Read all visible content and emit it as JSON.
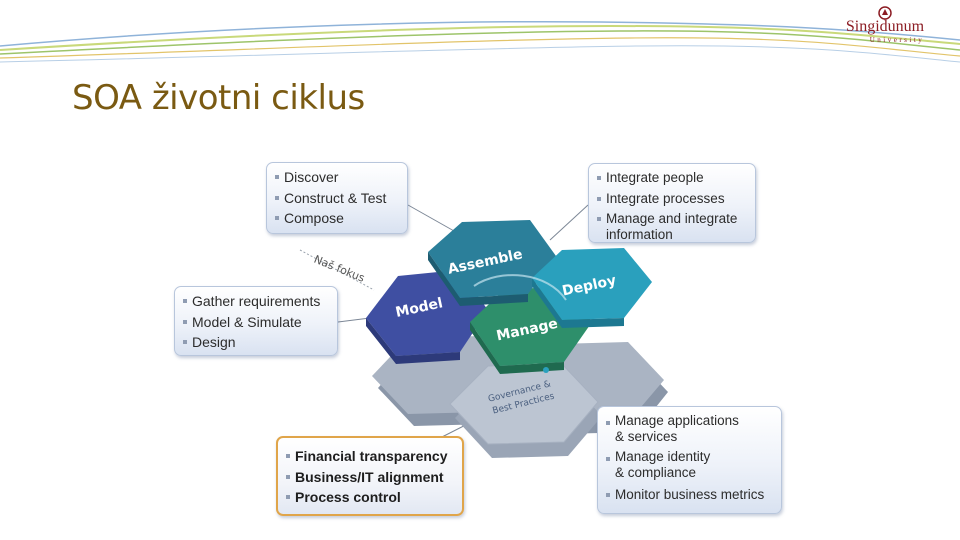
{
  "header": {
    "logo": {
      "name": "Singidunum",
      "subtitle": "University"
    }
  },
  "page_title": "SOA životni ciklus",
  "diagram": {
    "phases": {
      "assemble": "Assemble",
      "deploy": "Deploy",
      "model": "Model",
      "manage": "Manage",
      "governance_line1": "Governance &",
      "governance_line2": "Best Practices"
    },
    "focus_label": "Naš fokus",
    "boxes": {
      "assemble": [
        "Discover",
        "Construct & Test",
        "Compose"
      ],
      "deploy": {
        "item1": "Integrate people",
        "item2": "Integrate processes",
        "item3_line1": "Manage and integrate",
        "item3_line2": "information"
      },
      "model": [
        "Gather requirements",
        "Model & Simulate",
        "Design"
      ],
      "governance": [
        "Financial transparency",
        "Business/IT alignment",
        "Process control"
      ],
      "manage": {
        "item1_line1": "Manage applications",
        "item1_line2": "& services",
        "item2_line1": "Manage identity",
        "item2_line2": "& compliance",
        "item3": "Monitor business metrics"
      }
    },
    "colors": {
      "assemble": "#2b7f9a",
      "deploy": "#2aa0bd",
      "model": "#3f4fa2",
      "manage": "#2e8f6b",
      "governance": "#b6bfcc",
      "title": "#7a5a12",
      "brand": "#8c1d24"
    }
  }
}
